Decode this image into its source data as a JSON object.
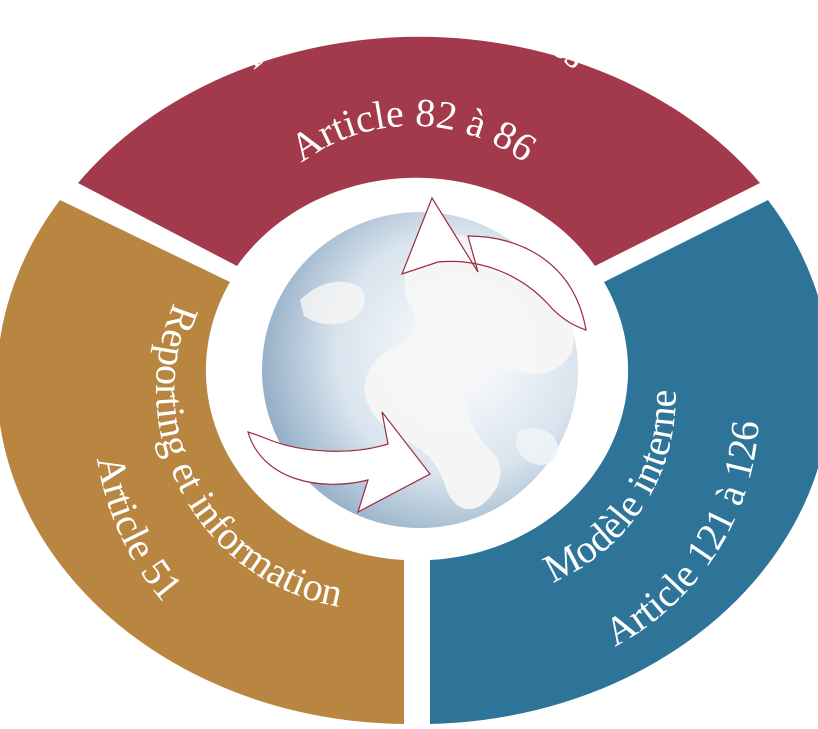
{
  "segments": [
    {
      "id": "top",
      "line1": "Provisions techniques",
      "line2": "Article 82 à 86",
      "color": "#a33a4b"
    },
    {
      "id": "right",
      "line1": "Modèle interne",
      "line2": "Article 121 à 126",
      "color": "#2e7398"
    },
    {
      "id": "left",
      "line1": "Reporting et information",
      "line2": "Article 51",
      "color": "#b98641"
    }
  ],
  "center": {
    "icon": "globe-icon",
    "arrows": "cycle-arrows-icon",
    "arrow_outline": "#9b2c3e"
  }
}
